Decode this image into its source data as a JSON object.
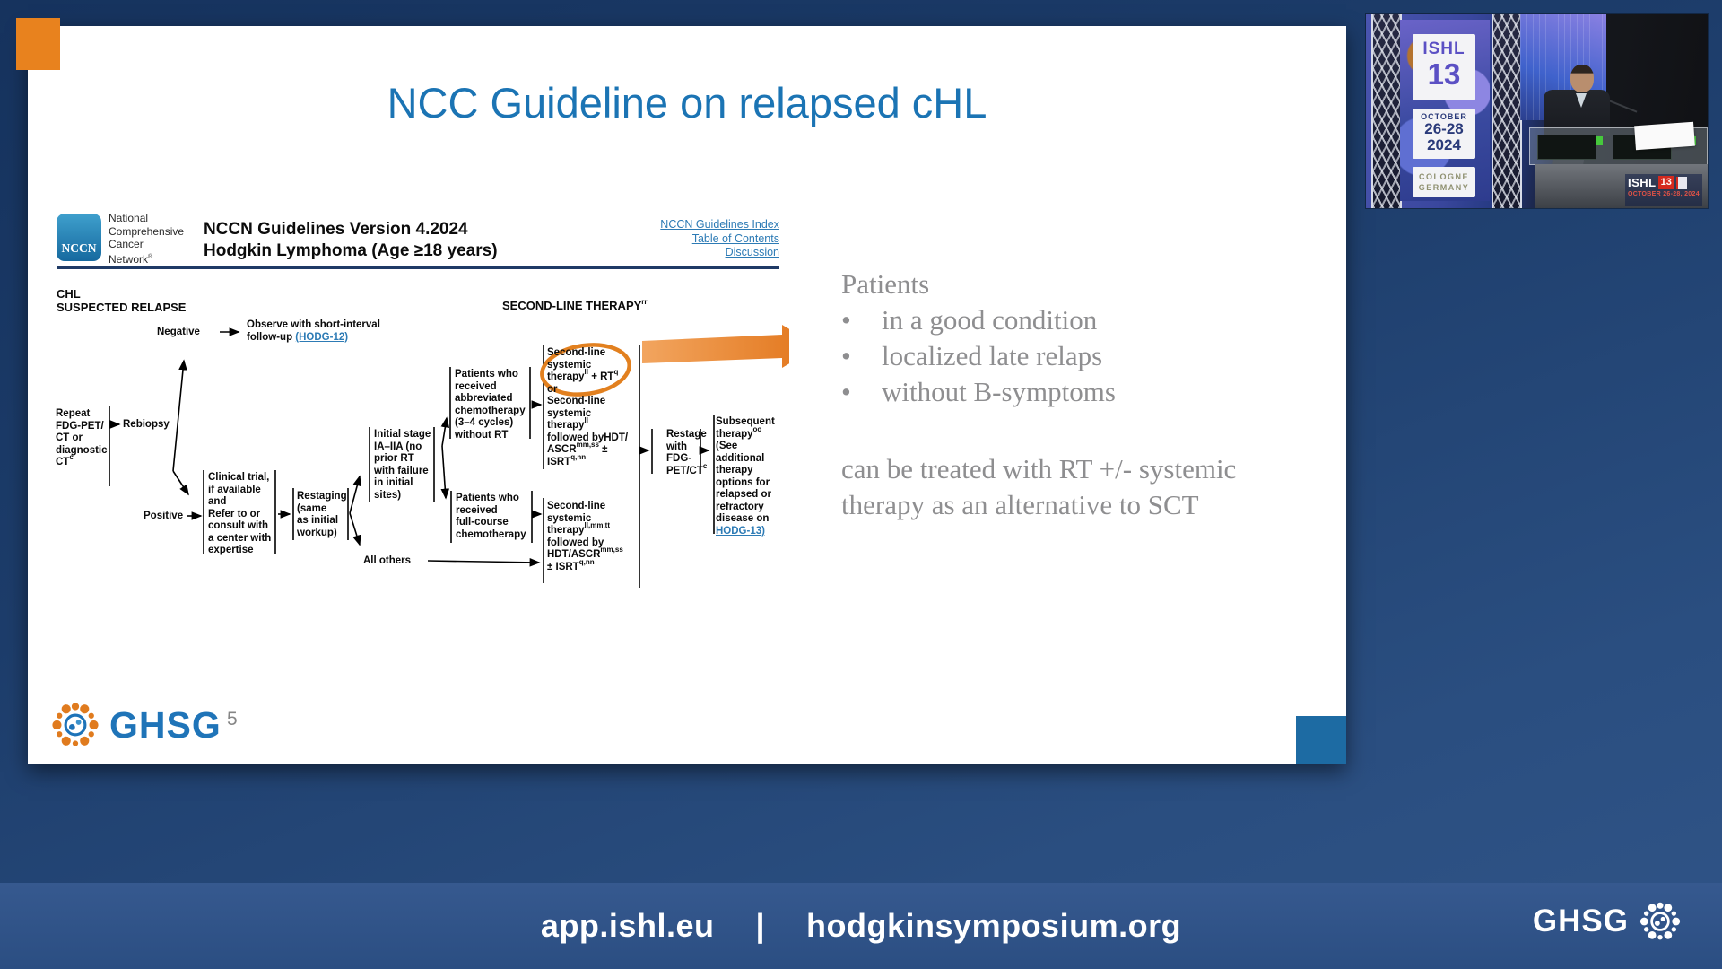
{
  "slide": {
    "title": "NCC Guideline on relapsed cHL",
    "page_number": "5",
    "brand": "GHSG",
    "nccn": {
      "logo": "NCCN",
      "org_html": "National<br>Comprehensive<br>Cancer<br>Network<sup>®</sup>",
      "heading_line1": "NCCN Guidelines Version 4.2024",
      "heading_line2": "Hodgkin Lymphoma (Age ≥18 years)",
      "links": [
        "NCCN Guidelines Index",
        "Table of Contents",
        "Discussion"
      ]
    },
    "flowchart": {
      "section_left_html": "CHL<br>SUSPECTED RELAPSE",
      "section_right_html": "SECOND-LINE THERAPY<sup>rr</sup>",
      "repeat_html": "Repeat<br>FDG-PET/<br>CT or<br>diagnostic<br>CT<sup>c</sup>",
      "rebiopsy": "Rebiopsy",
      "negative": "Negative",
      "observe_html": "Observe with short-interval<br>follow-up <span class=\"link\">(HODG-12)</span>",
      "positive": "Positive",
      "clinical_html": "Clinical trial,<br>if available<br>and<br>Refer to or<br>consult with<br>a center with<br>expertise",
      "restaging_html": "Restaging<br>(same<br>as initial<br>workup)",
      "initial_stage_html": "Initial stage<br>IA–IIA (no<br>prior RT<br>with failure<br>in initial<br>sites)",
      "all_others": "All others",
      "abbreviated_html": "Patients who<br>received<br>abbreviated<br>chemotherapy<br>(3–4 cycles)<br>without RT",
      "full_course_html": "Patients who<br>received<br>full-course<br>chemotherapy",
      "secondline1_html": "Second-line<br>systemic<br>therapy<sup>ll</sup> + RT<sup>q</sup><br>or<br>Second-line<br>systemic<br>therapy<sup>ll</sup><br>followed byHDT/<br>ASCR<sup>mm,ss</sup> ±<br>ISRT<sup>q,nn</sup>",
      "secondline2_html": "Second-line<br>systemic<br>therapy<sup>ll,mm,tt</sup><br>followed by<br>HDT/ASCR<sup>mm,ss</sup><br>± ISRT<sup>q,nn</sup>",
      "restage_html": "Restage<br>with<br>FDG-<br>PET/CT<sup>c</sup>",
      "subsequent_html": "Subsequent<br>therapy<sup>oo</sup><br>(See<br>additional<br>therapy<br>options for<br>relapsed or<br>refractory<br>disease on<br><span class=\"link\">HODG-13)</span>"
    },
    "panel": {
      "heading": "Patients",
      "bullet_char": "•",
      "bullets": [
        "in a good condition",
        "localized late relaps",
        "without B-symptoms"
      ],
      "conclusion": "can be treated with RT +/- systemic therapy as an alternative to SCT"
    }
  },
  "video": {
    "banner": {
      "ishl": "ISHL",
      "num": "13",
      "month": "OCTOBER",
      "days": "26-28",
      "year": "2024",
      "city": "COLOGNE",
      "country": "GERMANY"
    },
    "badge": {
      "ishl": "ISHL",
      "num": "13",
      "date": "OCTOBER 26-28, 2024"
    }
  },
  "footer": {
    "left_url": "app.ishl.eu",
    "separator": "|",
    "right_url": "hodgkinsymposium.org",
    "brand": "GHSG"
  },
  "colors": {
    "accent_orange": "#e8821e",
    "title_blue": "#1b74b4",
    "link_blue": "#2d7bb5",
    "ghsg_blue": "#1f74b8"
  }
}
